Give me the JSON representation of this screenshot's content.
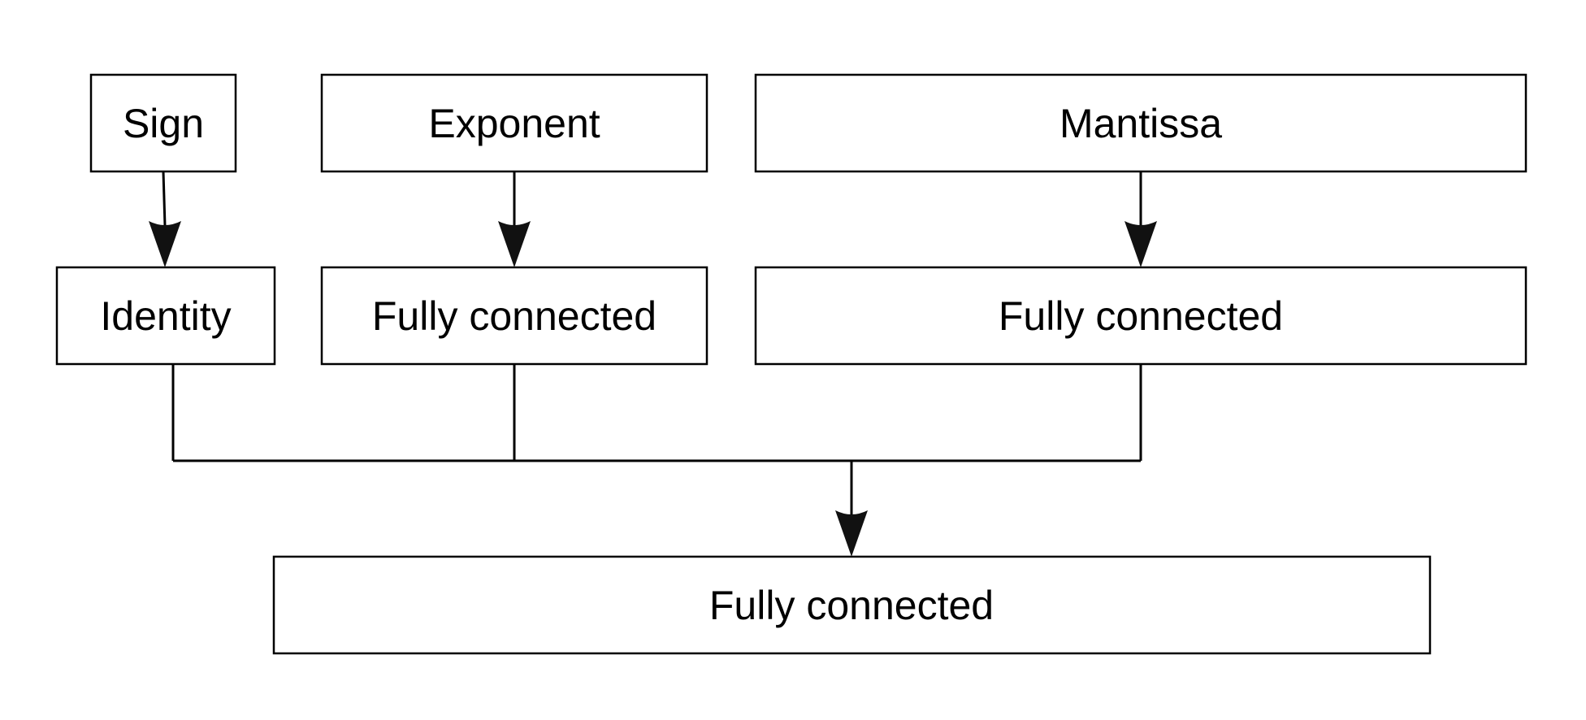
{
  "nodes": {
    "sign": {
      "label": "Sign"
    },
    "exponent": {
      "label": "Exponent"
    },
    "mantissa": {
      "label": "Mantissa"
    },
    "identity": {
      "label": "Identity"
    },
    "fc_exponent": {
      "label": "Fully connected"
    },
    "fc_mantissa": {
      "label": "Fully connected"
    },
    "fc_output": {
      "label": "Fully connected"
    }
  },
  "edges": [
    {
      "from": "sign",
      "to": "identity"
    },
    {
      "from": "exponent",
      "to": "fc_exponent"
    },
    {
      "from": "mantissa",
      "to": "fc_mantissa"
    },
    {
      "from": "identity",
      "to": "fc_output"
    },
    {
      "from": "fc_exponent",
      "to": "fc_output"
    },
    {
      "from": "fc_mantissa",
      "to": "fc_output"
    }
  ]
}
